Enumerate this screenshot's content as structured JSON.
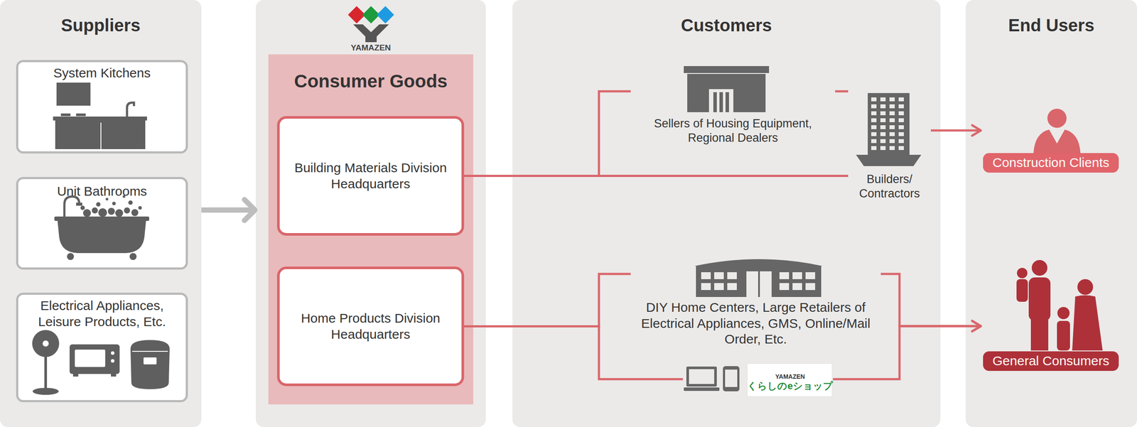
{
  "diagram": {
    "nodes": [
      {
        "text": [
          "Suppliers"
        ]
      },
      {
        "text": [
          "System Kitchens"
        ],
        "in": 0
      },
      {
        "text": [
          "Unit Bathrooms"
        ],
        "in": 0
      },
      {
        "text": [
          "Electrical Appliances, Leisure Products, Etc."
        ],
        "in": 0
      },
      {
        "text": [
          "YAMAZEN"
        ]
      },
      {
        "text": [
          "Consumer Goods"
        ],
        "in": 4
      },
      {
        "text": [
          "Building Materials Division Headquarters"
        ],
        "in": 5
      },
      {
        "text": [
          "Home Products Division Headquarters"
        ],
        "in": 5
      },
      {
        "text": [
          "Customers"
        ]
      },
      {
        "text": [
          "Sellers of Housing Equipment, Regional Dealers"
        ],
        "in": 8
      },
      {
        "text": [
          "Builders/ Contractors"
        ],
        "in": 8
      },
      {
        "text": [
          "DIY Home Centers, Large Retailers of Electrical Appliances, GMS, Online/Mail Order, Etc."
        ],
        "in": 8
      },
      {
        "text": [
          "YAMAZEN",
          "くらしのeショップ"
        ],
        "in": 8
      },
      {
        "text": [
          "End Users"
        ]
      },
      {
        "text": [
          "Construction Clients"
        ],
        "in": 13
      },
      {
        "text": [
          "General Consumers"
        ],
        "in": 13
      }
    ],
    "edges": [
      {
        "from": 0,
        "to": 4,
        "arrow": "to"
      },
      {
        "from": 6,
        "to": 9,
        "arrow": "none"
      },
      {
        "from": 9,
        "to": 10,
        "arrow": "none"
      },
      {
        "from": 6,
        "to": 10,
        "arrow": "none"
      },
      {
        "from": 10,
        "to": 14,
        "arrow": "to"
      },
      {
        "from": 7,
        "to": 11,
        "arrow": "none"
      },
      {
        "from": 7,
        "to": 12,
        "arrow": "none"
      },
      {
        "from": 11,
        "to": 15,
        "arrow": "to"
      },
      {
        "from": 12,
        "to": 15,
        "arrow": "to"
      }
    ]
  }
}
